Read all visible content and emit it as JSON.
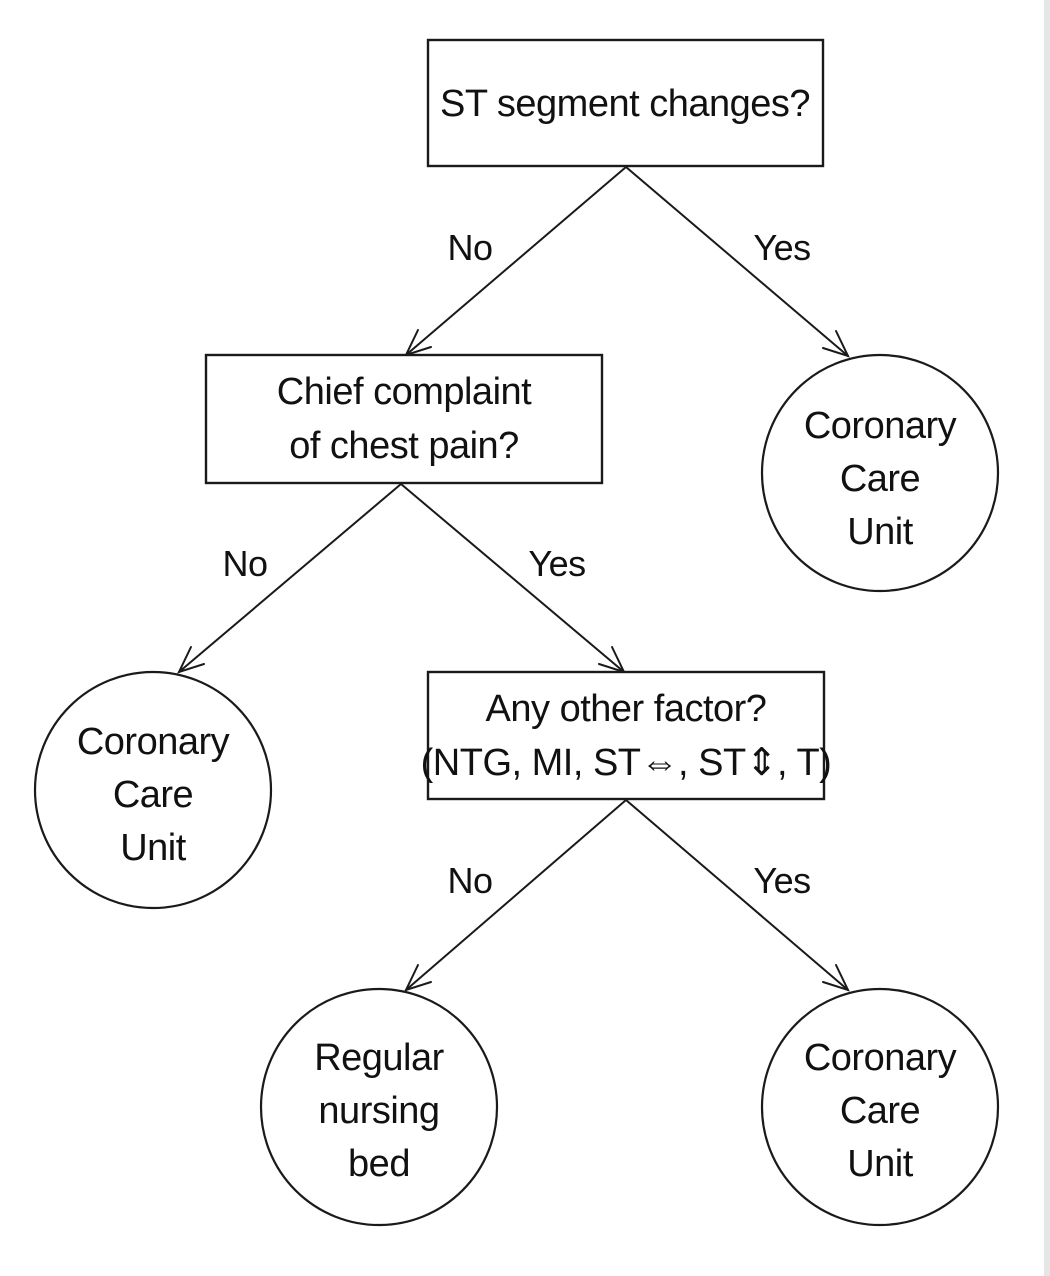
{
  "diagram": {
    "decision_1": {
      "text": "ST segment changes?"
    },
    "decision_2": {
      "line1": "Chief complaint",
      "line2": "of chest pain?"
    },
    "decision_3": {
      "line1": "Any other factor?",
      "line2": "(NTG, MI, ST⇔, ST⇕, T)"
    },
    "outcome_ccu_right": {
      "line1": "Coronary",
      "line2": "Care",
      "line3": "Unit"
    },
    "outcome_ccu_left": {
      "line1": "Coronary",
      "line2": "Care",
      "line3": "Unit"
    },
    "outcome_regular_bed": {
      "line1": "Regular",
      "line2": "nursing",
      "line3": "bed"
    },
    "outcome_ccu_bottom": {
      "line1": "Coronary",
      "line2": "Care",
      "line3": "Unit"
    },
    "edge_labels": {
      "d1_no": "No",
      "d1_yes": "Yes",
      "d2_no": "No",
      "d2_yes": "Yes",
      "d3_no": "No",
      "d3_yes": "Yes"
    }
  }
}
